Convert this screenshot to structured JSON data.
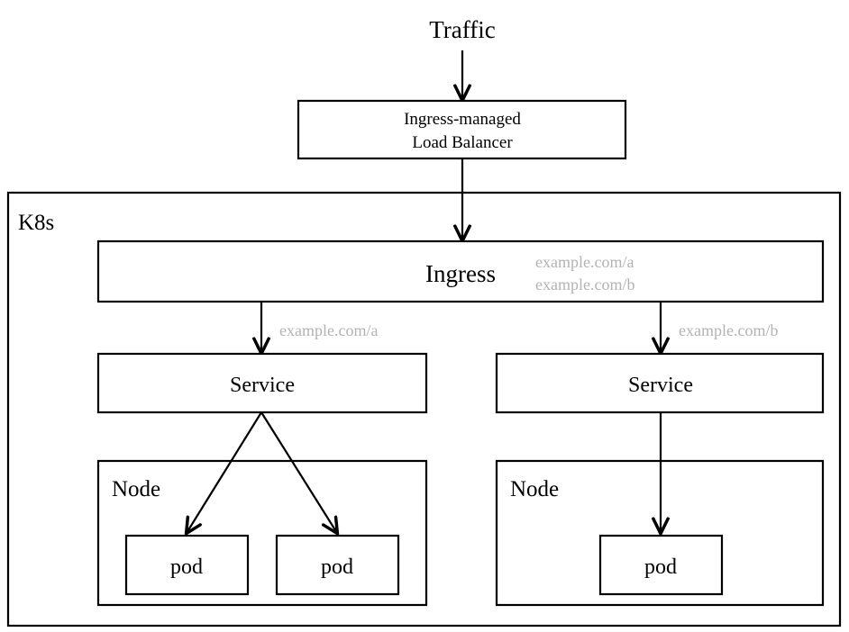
{
  "diagram": {
    "title": "Traffic",
    "cluster_label": "K8s",
    "load_balancer": {
      "line1": "Ingress-managed",
      "line2": "Load Balancer"
    },
    "ingress": {
      "label": "Ingress",
      "rules": [
        "example.com/a",
        "example.com/b"
      ]
    },
    "edge_labels": {
      "left": "example.com/a",
      "right": "example.com/b"
    },
    "branches": [
      {
        "service_label": "Service",
        "node_label": "Node",
        "pods": [
          {
            "label": "pod"
          },
          {
            "label": "pod"
          }
        ]
      },
      {
        "service_label": "Service",
        "node_label": "Node",
        "pods": [
          {
            "label": "pod"
          }
        ]
      }
    ],
    "colors": {
      "background": "#ffffff",
      "stroke": "#000000",
      "text": "#000000",
      "muted_text": "#b3b3b3"
    }
  }
}
